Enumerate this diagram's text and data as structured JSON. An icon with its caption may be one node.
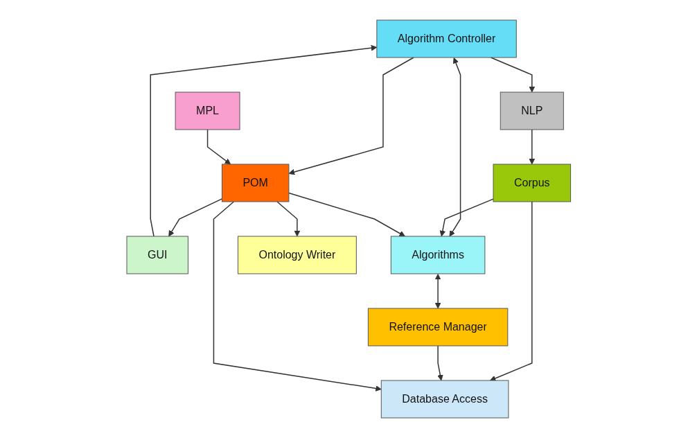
{
  "diagram": {
    "nodes": [
      {
        "text": [
          "NLP"
        ]
      },
      {
        "text": [
          "Algorithm Controller"
        ]
      },
      {
        "text": [
          "MPL"
        ]
      },
      {
        "text": [
          "GUI"
        ]
      },
      {
        "text": [
          "Algorithms"
        ]
      },
      {
        "text": [
          "Corpus"
        ]
      },
      {
        "text": [
          "Reference Manager"
        ]
      },
      {
        "text": [
          "POM"
        ]
      },
      {
        "text": [
          "Ontology Writer"
        ]
      },
      {
        "text": [
          "Database Access"
        ]
      }
    ],
    "edges": [
      {
        "from": 3,
        "to": 1,
        "arrow": "to"
      },
      {
        "from": 1,
        "to": 0,
        "arrow": "to"
      },
      {
        "from": 1,
        "to": 7,
        "arrow": "to"
      },
      {
        "from": 2,
        "to": 7,
        "arrow": "to"
      },
      {
        "from": 1,
        "to": 4,
        "arrow": "both"
      },
      {
        "from": 0,
        "to": 5,
        "arrow": "to"
      },
      {
        "from": 5,
        "to": 4,
        "arrow": "to"
      },
      {
        "from": 7,
        "to": 4,
        "arrow": "to"
      },
      {
        "from": 4,
        "to": 6,
        "arrow": "both"
      },
      {
        "from": 5,
        "to": 9,
        "arrow": "to"
      },
      {
        "from": 6,
        "to": 9,
        "arrow": "to"
      },
      {
        "from": 7,
        "to": 9,
        "arrow": "to"
      },
      {
        "from": 7,
        "to": 3,
        "arrow": "to"
      },
      {
        "from": 7,
        "to": 8,
        "arrow": "to"
      }
    ]
  }
}
